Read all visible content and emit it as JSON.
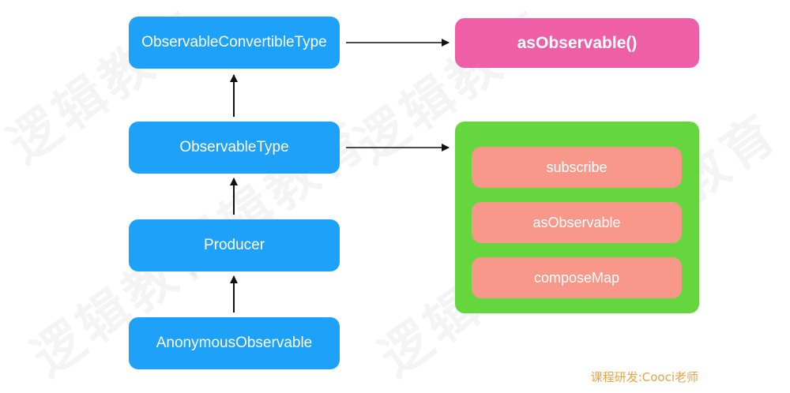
{
  "diagram": {
    "nodes": {
      "convertible": "ObservableConvertibleType",
      "observable_type": "ObservableType",
      "producer": "Producer",
      "anonymous": "AnonymousObservable"
    },
    "targets": {
      "as_observable_call": "asObservable()",
      "methods": [
        "subscribe",
        "asObservable",
        "composeMap"
      ]
    }
  },
  "watermark": "逻辑教育",
  "footer": "课程研发:Cooci老师",
  "colors": {
    "node_blue": "#1da1f9",
    "pink": "#ee5fa8",
    "green": "#66d63e",
    "salmon": "#f7988a",
    "arrow": "#111111",
    "footer": "#e6a34a"
  }
}
